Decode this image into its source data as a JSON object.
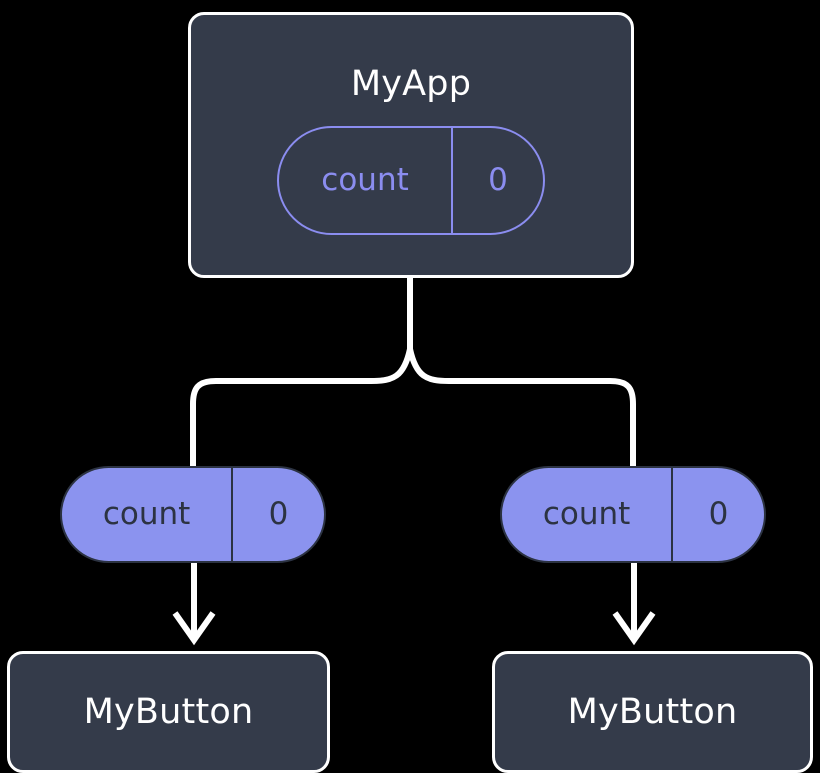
{
  "diagram": {
    "background_color": "#000000",
    "edge_color": "#ffffff",
    "node_fill": "#343b4a",
    "node_border": "#ffffff",
    "accent_color": "#8b8df0",
    "pill_fill": "#8b93ef",
    "pill_text": "#2c3342",
    "root": {
      "label": "MyApp",
      "state": {
        "key": "count",
        "value": "0"
      }
    },
    "branches": [
      {
        "prop": {
          "key": "count",
          "value": "0"
        },
        "child": {
          "label": "MyButton"
        }
      },
      {
        "prop": {
          "key": "count",
          "value": "0"
        },
        "child": {
          "label": "MyButton"
        }
      }
    ]
  }
}
